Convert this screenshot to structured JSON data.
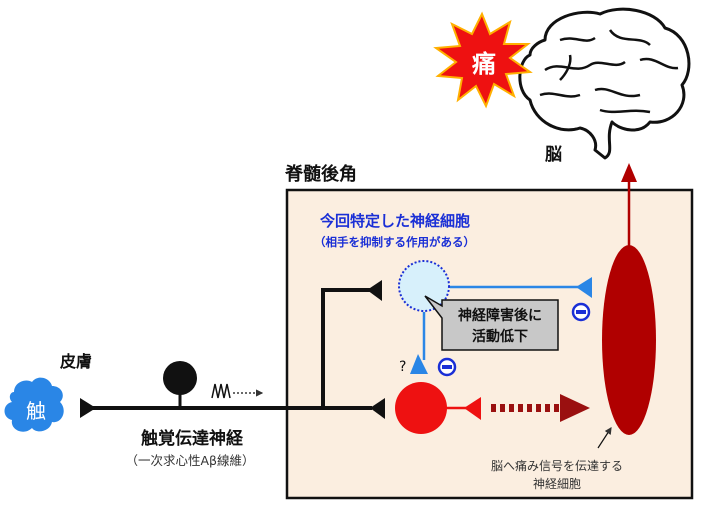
{
  "labels": {
    "pain": "痛",
    "brain": "脳",
    "dorsal_horn": "脊髄後角",
    "identified_neuron_title": "今回特定した神経細胞",
    "identified_neuron_sub": "（相手を抑制する作用がある）",
    "callout_line1": "神経障害後に",
    "callout_line2": "活動低下",
    "question": "?",
    "skin": "皮膚",
    "touch": "触",
    "touch_nerve": "触覚伝達神経",
    "touch_nerve_sub": "（一次求心性Aβ線維）",
    "projection_line1": "脳へ痛み信号を伝達する",
    "projection_line2": "神経細胞"
  },
  "colors": {
    "box_fill": "#fbeee0",
    "blue_text": "#1a2fd6",
    "inhibitory": "#2a86e6",
    "red_neuron": "#ee1111",
    "projection": "#b00000"
  }
}
